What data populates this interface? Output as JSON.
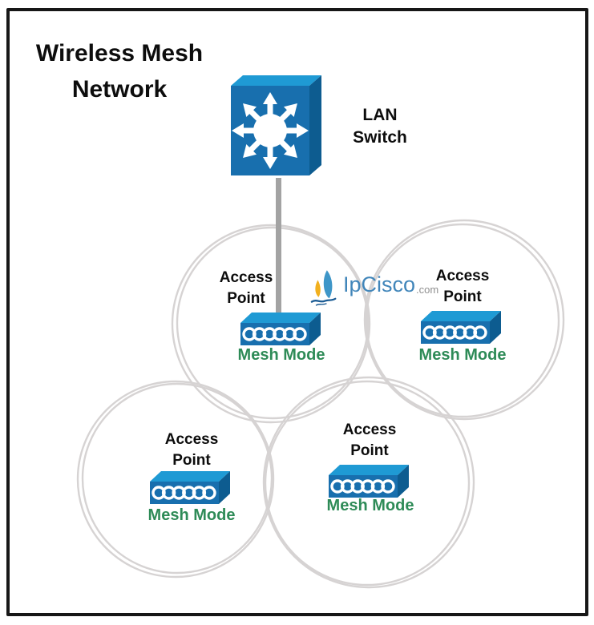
{
  "title": "Wireless Mesh\nNetwork",
  "lan_switch": {
    "label": "LAN\nSwitch"
  },
  "access_points": [
    {
      "label": "Access\nPoint",
      "mode": "Mesh Mode"
    },
    {
      "label": "Access\nPoint",
      "mode": "Mesh Mode"
    },
    {
      "label": "Access\nPoint",
      "mode": "Mesh Mode"
    },
    {
      "label": "Access\nPoint",
      "mode": "Mesh Mode"
    }
  ],
  "logo": {
    "brand": "IpCisco",
    "suffix": ".com"
  },
  "colors": {
    "mesh_mode_green": "#2e8b57",
    "device_blue_top": "#1f9ad4",
    "device_blue_front": "#186fae",
    "device_blue_side": "#0d5c90",
    "coverage_gray": "#d6d3d3",
    "uplink_gray": "#a3a3a3",
    "logo_blue": "#4186ba",
    "logo_gray": "#8f8f8f",
    "logo_flame": "#f2b01e",
    "text_black": "#0d0d0d"
  }
}
